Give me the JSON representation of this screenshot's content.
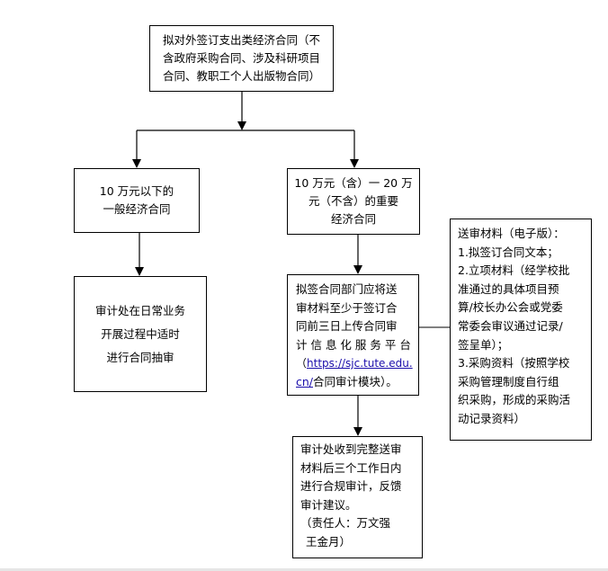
{
  "boxes": {
    "top": {
      "lines": [
        "拟对外签订支出类经济合同（不",
        "含政府采购合同、涉及科研项目",
        "合同、教职工个人出版物合同）"
      ]
    },
    "left_type": {
      "lines": [
        "10 万元以下的",
        "一般经济合同"
      ]
    },
    "right_type": {
      "lines": [
        "10 万元（含）一 20 万",
        "元（不含）的重要",
        "经济合同"
      ]
    },
    "left_audit": {
      "lines": [
        "审计处在日常业务",
        "开展过程中适时",
        "进行合同抽审"
      ]
    },
    "right_submit": {
      "lines": [
        "拟签合同部门应将送",
        "审材料至少于签订合",
        "同前三日上传合同审",
        "计 信 息 化 服 务 平 台"
      ],
      "link_prefix": "（",
      "link_part1": "https://sjc.tute.edu.",
      "link_part2": "cn/",
      "suffix": "合同审计模块）。"
    },
    "materials": {
      "lines": [
        "送审材料（电子版）：",
        "1.拟签订合同文本；",
        "2.立项材料（经学校批",
        "准通过的具体项目预",
        "算/校长办公会或党委",
        "常委会审议通过记录/",
        "签呈单）；",
        "3.采购资料（按照学校",
        "采购管理制度自行组",
        "织采购，形成的采购活",
        "动记录资料）"
      ]
    },
    "final": {
      "lines": [
        "审计处收到完整送审",
        "材料后三个工作日内",
        "进行合规审计，反馈",
        "审计建议。",
        "（责任人：万文强",
        "王金月）"
      ]
    }
  }
}
